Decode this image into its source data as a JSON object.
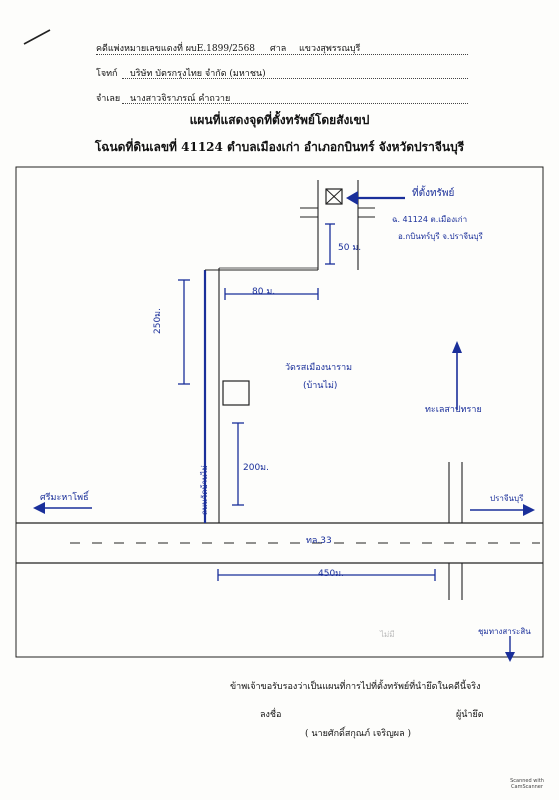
{
  "header": {
    "case_label": "คดีแพ่งหมายเลขแดงที่ ผบE.1899/2568",
    "court_label": "ศาล",
    "court_value": "แขวงสุพรรณบุรี",
    "plaintiff_label": "โจทก์",
    "plaintiff_value": "บริษัท บัตรกรุงไทย จำกัด (มหาชน)",
    "defendant_label": "จำเลย",
    "defendant_value": "นางสาวจิราภรณ์ คำถวาย"
  },
  "title": {
    "line1": "แผนที่แสดงจุดที่ตั้งทรัพย์โดยสังเขป",
    "line2": "โฉนดที่ดินเลขที่ 41124 ตำบลเมืองเก่า อำเภอกบินทร์ จังหวัดปราจีนบุรี"
  },
  "map": {
    "property_label": "ที่ตั้งทรัพย์",
    "property_detail_1": "ฉ. 41124 ต.เมืองเก่า",
    "property_detail_2": "อ.กบินทร์บุรี จ.ปราจีนบุรี",
    "dist_50": "50 ม.",
    "dist_80": "80 ม.",
    "dist_250": "250ม.",
    "dist_200": "200ม.",
    "dist_450": "450ม.",
    "temple_label_1": "วัดรสเมืองนาราม",
    "temple_label_2": "(บ้านไม่)",
    "lane_label": "ถนนวัดบ้านไม่",
    "north_label": "ทะเลสาปทราย",
    "west_label": "ศรีมะหาโพธิ์",
    "east_label": "ปราจีนบุรี",
    "highway_label": "ทล.33",
    "south_label": "ชุมทางสาระสิน",
    "faint_mark": "ไม่มี"
  },
  "footer": {
    "certification": "ข้าพเจ้าขอรับรองว่าเป็นแผนที่การไปที่ตั้งทรัพย์ที่นำยึดในคดีนี้จริง",
    "sign_label": "ลงชื่อ",
    "seizer_label": "ผู้นำยึด",
    "signer_name": "( นายศักดิ์สกุณภ์ เจริญผล )"
  },
  "stamp_text": "Scanned with CamScanner",
  "colors": {
    "ink": "#1a2f9a",
    "print": "#111111"
  }
}
